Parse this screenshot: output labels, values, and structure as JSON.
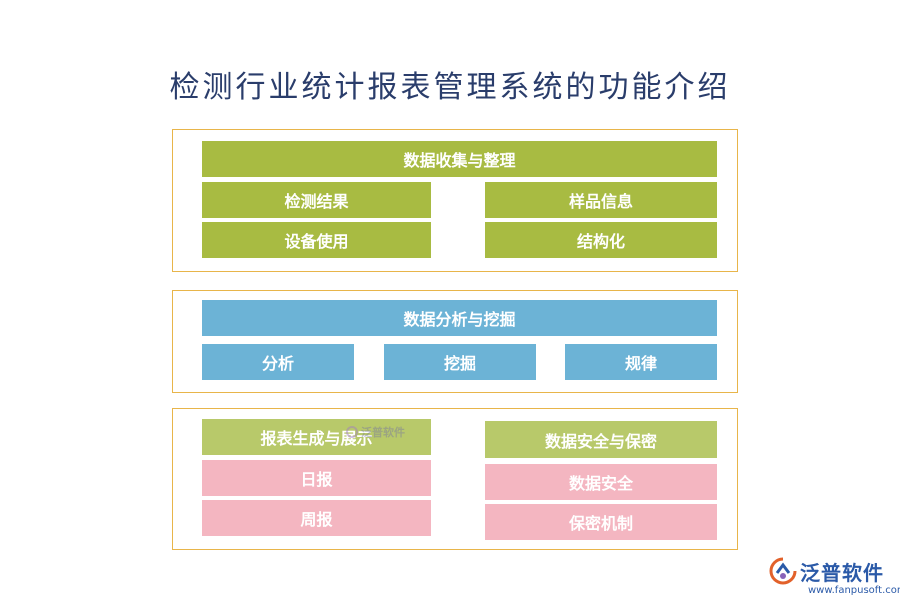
{
  "title": "检测行业统计报表管理系统的功能介绍",
  "sections": [
    {
      "header": "数据收集与整理",
      "items": [
        "检测结果",
        "样品信息",
        "设备使用",
        "结构化"
      ]
    },
    {
      "header": "数据分析与挖掘",
      "items": [
        "分析",
        "挖掘",
        "规律"
      ]
    },
    {
      "left_header": "报表生成与展示",
      "left_items": [
        "日报",
        "周报"
      ],
      "right_header": "数据安全与保密",
      "right_items": [
        "数据安全",
        "保密机制"
      ]
    }
  ],
  "watermark": "泛普软件",
  "logo": {
    "name": "泛普软件",
    "url": "www.fanpusoft.com"
  },
  "colors": {
    "title": "#2a3d6b",
    "border": "#e8b54a",
    "green": "#a8bb42",
    "light_green": "#b8c96a",
    "blue": "#6cb3d6",
    "pink": "#f4b6c1"
  }
}
